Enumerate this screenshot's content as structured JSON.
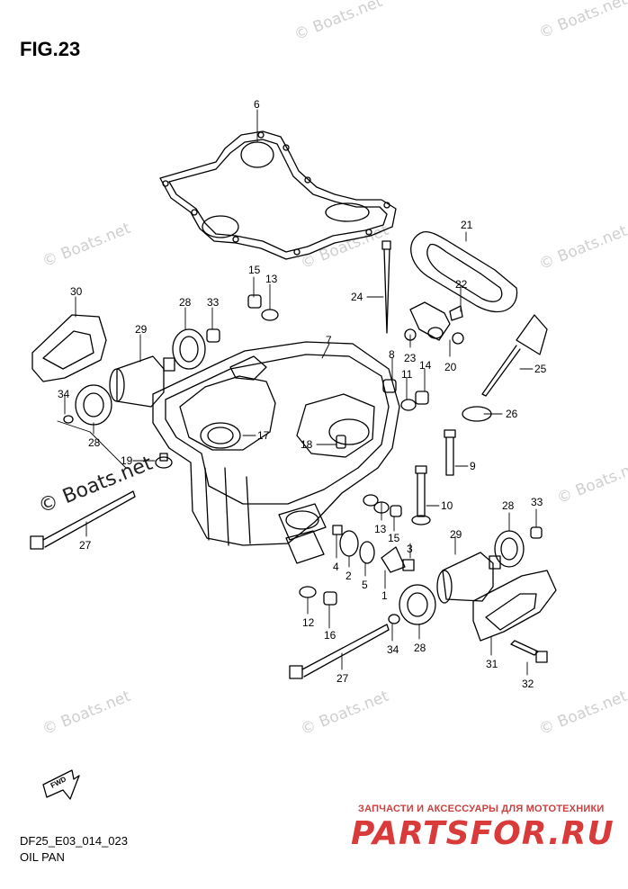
{
  "figure": {
    "title": "FIG.23",
    "code": "DF25_E03_014_023",
    "name": "OIL PAN"
  },
  "watermark": {
    "text": "© Boats.net"
  },
  "branding": {
    "tagline": "ЗАПЧАСТИ И АКСЕССУАРЫ ДЛЯ МОТОТЕХНИКИ",
    "logo": "PARTSFOR.RU",
    "color": "#d93a3a"
  },
  "fwd": {
    "label": "FWD"
  },
  "callouts": [
    {
      "id": "c6",
      "num": "6"
    },
    {
      "id": "c21",
      "num": "21"
    },
    {
      "id": "c15a",
      "num": "15"
    },
    {
      "id": "c13a",
      "num": "13"
    },
    {
      "id": "c24",
      "num": "24"
    },
    {
      "id": "c22",
      "num": "22"
    },
    {
      "id": "c30",
      "num": "30"
    },
    {
      "id": "c28a",
      "num": "28"
    },
    {
      "id": "c33a",
      "num": "33"
    },
    {
      "id": "c29a",
      "num": "29"
    },
    {
      "id": "c7",
      "num": "7"
    },
    {
      "id": "c23",
      "num": "23"
    },
    {
      "id": "c20",
      "num": "20"
    },
    {
      "id": "c25",
      "num": "25"
    },
    {
      "id": "c8",
      "num": "8"
    },
    {
      "id": "c11",
      "num": "11"
    },
    {
      "id": "c14",
      "num": "14"
    },
    {
      "id": "c26",
      "num": "26"
    },
    {
      "id": "c34a",
      "num": "34"
    },
    {
      "id": "c28b",
      "num": "28"
    },
    {
      "id": "c17",
      "num": "17"
    },
    {
      "id": "c18",
      "num": "18"
    },
    {
      "id": "c19",
      "num": "19"
    },
    {
      "id": "c9",
      "num": "9"
    },
    {
      "id": "c10",
      "num": "10"
    },
    {
      "id": "c27a",
      "num": "27"
    },
    {
      "id": "c28c",
      "num": "28"
    },
    {
      "id": "c33b",
      "num": "33"
    },
    {
      "id": "c13b",
      "num": "13"
    },
    {
      "id": "c15b",
      "num": "15"
    },
    {
      "id": "c3",
      "num": "3"
    },
    {
      "id": "c4",
      "num": "4"
    },
    {
      "id": "c2",
      "num": "2"
    },
    {
      "id": "c5",
      "num": "5"
    },
    {
      "id": "c29b",
      "num": "29"
    },
    {
      "id": "c1",
      "num": "1"
    },
    {
      "id": "c12",
      "num": "12"
    },
    {
      "id": "c16",
      "num": "16"
    },
    {
      "id": "c34b",
      "num": "34"
    },
    {
      "id": "c28d",
      "num": "28"
    },
    {
      "id": "c31",
      "num": "31"
    },
    {
      "id": "c27b",
      "num": "27"
    },
    {
      "id": "c32",
      "num": "32"
    }
  ]
}
